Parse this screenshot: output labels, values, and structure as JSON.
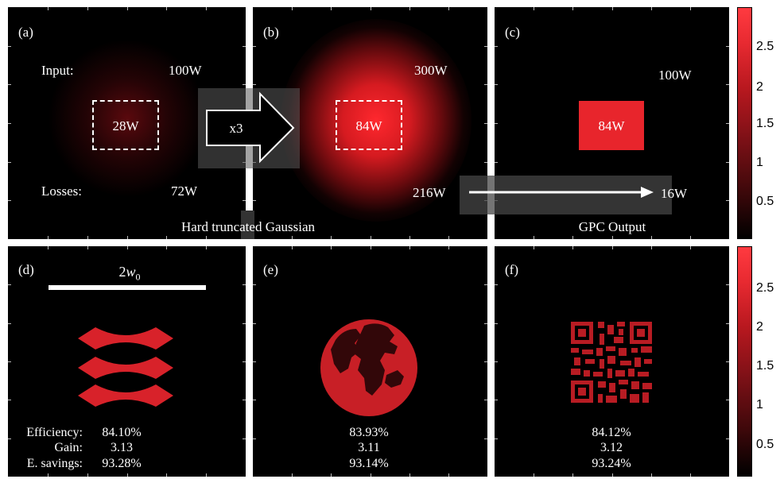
{
  "panels": {
    "a": {
      "label": "(a)",
      "input_label": "Input:",
      "input_power": "100W",
      "inner_power": "28W",
      "losses_label": "Losses:",
      "losses_power": "72W"
    },
    "b": {
      "label": "(b)",
      "power": "300W",
      "inner_power": "84W",
      "losses_power": "216W",
      "arrow_text": "x3"
    },
    "c": {
      "label": "(c)",
      "power": "100W",
      "output_power": "84W",
      "loss_power": "16W"
    },
    "d": {
      "label": "(d)",
      "scale_label": "2",
      "scale_var": "w",
      "scale_sub": "0",
      "metric_labels": [
        "Efficiency:",
        "Gain:",
        "E. savings:"
      ],
      "metric_values": [
        "84.10%",
        "3.13",
        "93.28%"
      ]
    },
    "e": {
      "label": "(e)",
      "metric_values": [
        "83.93%",
        "3.11",
        "93.14%"
      ]
    },
    "f": {
      "label": "(f)",
      "metric_values": [
        "84.12%",
        "3.12",
        "93.24%"
      ]
    }
  },
  "captions": {
    "hard_truncated": "Hard truncated Gaussian",
    "gpc_output": "GPC Output"
  },
  "colorbar": {
    "ticks": [
      "2.5",
      "2",
      "1.5",
      "1",
      "0.5"
    ],
    "range": [
      0,
      3
    ]
  },
  "colors": {
    "background": "#000000",
    "accent": "#e8252c",
    "text": "#ffffff"
  }
}
